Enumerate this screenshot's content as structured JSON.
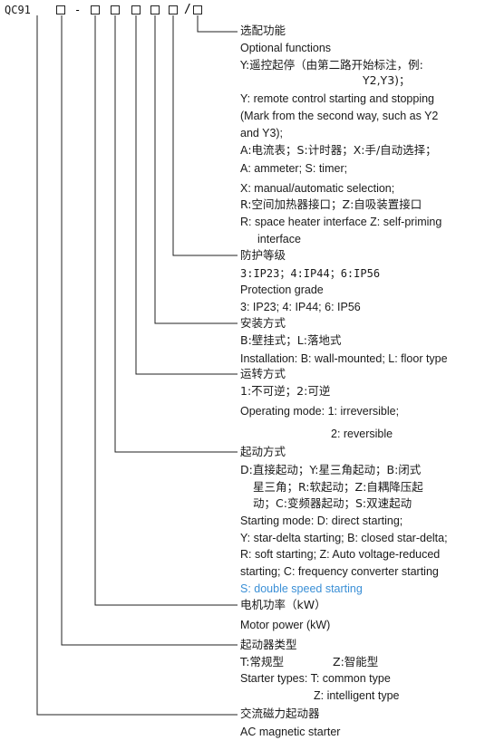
{
  "code": {
    "prefix": "QC91",
    "dash": "-",
    "slash": "/"
  },
  "accent_color": "#3a8fd6",
  "sections": {
    "functions": {
      "title": "选配功能",
      "en_title": "Optional functions",
      "y_cn_1": "Y:遥控起停（由第二路开始标注，例:",
      "y_cn_2": "Y2,Y3)；",
      "y_en_1": "Y: remote control starting and stopping",
      "y_en_2": "(Mark from the second way, such as Y2",
      "y_en_3": "and Y3);",
      "asx_cn": "A:电流表；S:计时器；X:手/自动选择；",
      "as_en": "A: ammeter; S: timer;",
      "x_en": "X: manual/automatic selection;",
      "rz_cn": "R:空间加热器接口；Z:自吸装置接口",
      "rz_en_1": "R: space heater interface Z: self-priming",
      "rz_en_2": "interface"
    },
    "protection": {
      "title": "防护等级",
      "cn": "3:IP23；4:IP44；6:IP56",
      "en_title": "Protection grade",
      "en": "3: IP23; 4: IP44; 6: IP56"
    },
    "installation": {
      "title": "安装方式",
      "cn": "B:壁挂式；L:落地式",
      "en": "Installation: B: wall-mounted; L: floor type"
    },
    "operating": {
      "title": "运转方式",
      "cn": "1:不可逆；2:可逆",
      "en_1": "Operating mode: 1: irreversible;",
      "en_2": "2: reversible"
    },
    "starting": {
      "title": "起动方式",
      "cn_1": "D:直接起动；Y:星三角起动；B:闭式",
      "cn_2": "星三角；R:软起动；Z:自耦降压起",
      "cn_3": "动；C:变频器起动；S:双速起动",
      "en_1": "Starting mode: D: direct starting;",
      "en_2": "Y: star-delta starting; B: closed star-delta;",
      "en_3": "R: soft starting; Z: Auto voltage-reduced",
      "en_4": "starting; C: frequency converter starting",
      "en_5": "S: double speed starting"
    },
    "power": {
      "title": "电机功率（kW）",
      "en": "Motor power (kW)"
    },
    "starter_type": {
      "title": "起动器类型",
      "cn_t": "T:常规型",
      "cn_z": "Z:智能型",
      "en_1": "Starter types: T: common type",
      "en_2": "Z: intelligent type"
    },
    "ac_starter": {
      "title": "交流磁力起动器",
      "en": "AC magnetic starter"
    }
  }
}
